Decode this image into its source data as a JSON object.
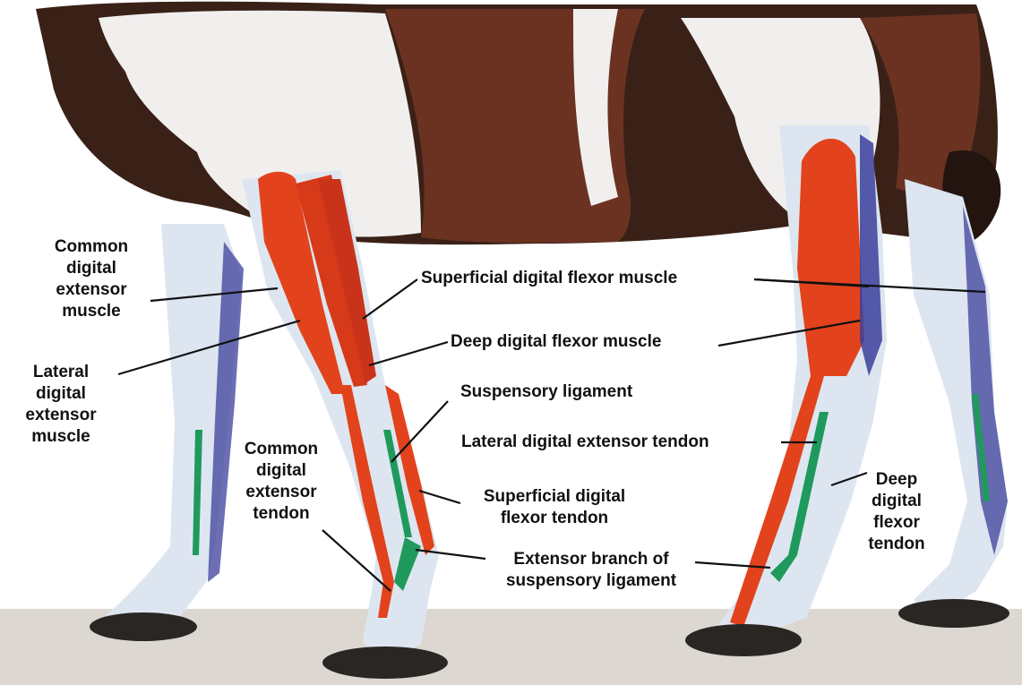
{
  "colors": {
    "background": "#ffffff",
    "ground": "#dcd7d0",
    "coat_dark": "#3a2118",
    "coat_brown": "#6b3222",
    "coat_white": "#f1efee",
    "skin_painted": "#dde6f0",
    "muscle": "#e2431c",
    "deep_flexor": "#3b3f9b",
    "suspensory": "#1f9a5c",
    "label_text": "#111111",
    "leader_line": "#111111"
  },
  "labels": {
    "common_digital_extensor_muscle": [
      "Common",
      "digital",
      "extensor",
      "muscle"
    ],
    "lateral_digital_extensor_muscle": [
      "Lateral",
      "digital",
      "extensor",
      "muscle"
    ],
    "common_digital_extensor_tendon": [
      "Common",
      "digital",
      "extensor",
      "tendon"
    ],
    "superficial_digital_flexor_muscle": "Superficial digital flexor muscle",
    "deep_digital_flexor_muscle": "Deep digital flexor muscle",
    "suspensory_ligament": "Suspensory ligament",
    "lateral_digital_extensor_tendon": "Lateral digital extensor tendon",
    "superficial_digital_flexor_tendon": [
      "Superficial digital",
      "flexor tendon"
    ],
    "extensor_branch_of_suspensory_ligament": [
      "Extensor branch of",
      "suspensory ligament"
    ],
    "deep_digital_flexor_tendon": [
      "Deep",
      "digital",
      "flexor",
      "tendon"
    ]
  }
}
